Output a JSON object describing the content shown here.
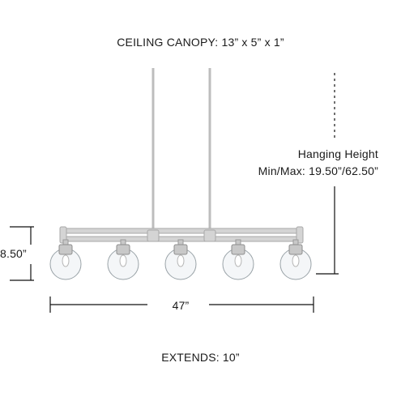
{
  "canopy_label": "CEILING CANOPY: 13” x 5” x 1”",
  "hanging_height": {
    "line1": "Hanging Height",
    "line2": "Min/Max: 19.50”/62.50”"
  },
  "width_label": "47”",
  "height_label": "8.50”",
  "extends_label": "EXTENDS: 10”",
  "fixture": {
    "shade_count": 5,
    "finish_color": "#c8c8c8",
    "glass_color": "#e6ecef",
    "dimension_line_color": "#111111"
  }
}
